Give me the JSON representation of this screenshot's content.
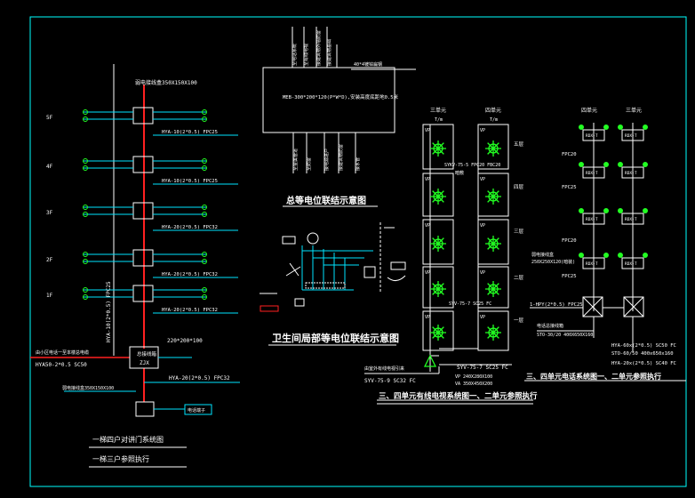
{
  "colors": {
    "background": "#000000",
    "frame": "#00ffff",
    "cyan": "#00e5ff",
    "white": "#ffffff",
    "red": "#ff2020",
    "green": "#22ff22",
    "yellow": "#ffff66"
  },
  "left_section": {
    "floors": [
      "5F",
      "4F",
      "3F",
      "2F",
      "1F"
    ],
    "box_top_label": "弱电接线盒350X150X100",
    "cables": [
      "HYA-10(2*0.5) FPC25",
      "HYA-10(2*0.5) FPC25",
      "HYA-20(2*0.5) FPC32",
      "HYA-20(2*0.5) FPC32",
      "HYA-20(2*0.5) FPC32"
    ],
    "riser_label": "HYA-10(2*0.5) FPC25",
    "main_box_label_1": "总接线箱",
    "main_box_label_2": "ZJX",
    "main_box_size": "220*200*100",
    "incoming_label": "由小区电话一至本楼总电缆",
    "incoming_cable": "HYA50-2*0.5 SC50",
    "outgoing_cable": "HYA-20(2*0.5) FPC32",
    "bottom_box_label": "弱电接线盒350X150X100",
    "bottom_box_right": "电话端子",
    "title_1": "一梯四户对讲门系统图",
    "title_2": "一梯三户参照执行"
  },
  "top_center": {
    "vertical_labels": [
      "至电话系统",
      "至有线电视",
      "接建筑物外墙防雷",
      "接建筑物基础"
    ],
    "box_label": "MEB-300*200*120(P*W*D),安装高度底距地0.5米",
    "right_label": "40*4镀锌扁钢",
    "bottom_vertical_labels": [
      "至金属管道",
      "至防雷",
      "接电源进户",
      "接建筑物防雷",
      "接水管"
    ],
    "title": "总等电位联结示意图"
  },
  "mid_center": {
    "title": "卫生间局部等电位联结示意图"
  },
  "tv_section": {
    "col_headers": [
      "三单元",
      "四单元"
    ],
    "sub_headers": [
      "T/m",
      "T/m"
    ],
    "row_labels": [
      "五层",
      "四层",
      "三层",
      "二层",
      "一层"
    ],
    "tag_vp": "VP",
    "cable_a": "SYKV-75-5 FPC20 FBC20",
    "cable_a2": "暗敷",
    "cable_b": "SYV-75-7 SC25 FC",
    "amp_label_1": "VP 240X280X100",
    "amp_label_2": "VA 350X450X200",
    "bottom_left_label": "由室外有线电视引来",
    "bottom_left_cable": "SYV-75-9 SC32 FC",
    "bottom_right_cable": "SYV-75-7 SC25 FC",
    "title": "三、四单元有线电视系统图一、二单元参照执行"
  },
  "phone_section": {
    "col_headers": [
      "四单元",
      "三单元"
    ],
    "pipe_labels": [
      "FPC20",
      "FPC25",
      "FPC20",
      "FPC25"
    ],
    "box_labels": [
      "RDX-T",
      "RDX-T",
      "RDX-T",
      "RDX-T",
      "RDX-T",
      "RDX-T",
      "RDX-T",
      "RDX-T"
    ],
    "left_label_1": "弱电接线盒",
    "left_label_2": "250X250X120(暗装)",
    "left_cable": "1-HPY(2*0.5) FPC25",
    "bottom_1": "电话总接线箱",
    "bottom_2": "STO-30/20 400X650X160",
    "cables": [
      "HYA-60x(2*0.5) SC50 FC",
      "STO-60/50 400x650x160",
      "HYA-20x(2*0.5) SC40 FC"
    ],
    "title": "三、四单元电话系统图一、二单元参照执行"
  }
}
